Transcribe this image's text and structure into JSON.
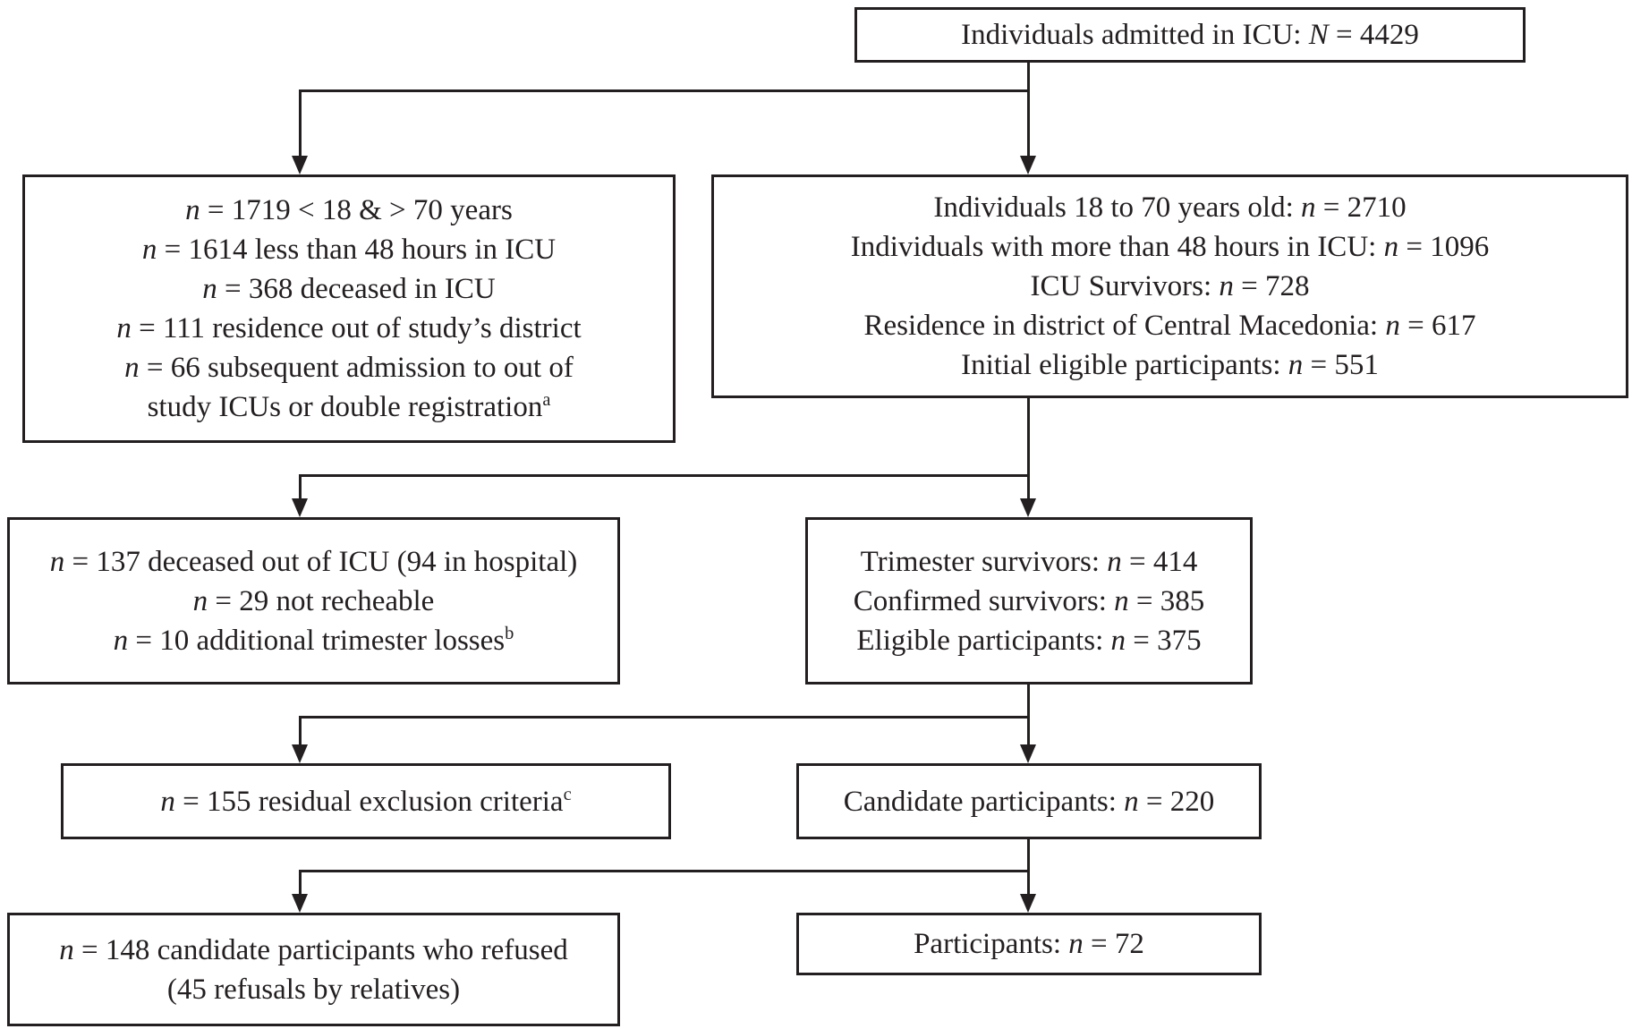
{
  "colors": {
    "ink": "#231f20",
    "background": "#ffffff"
  },
  "diagram_type": "study-enrollment-flowchart",
  "boxes": {
    "admitted": {
      "lines": [
        "Individuals admitted in ICU: N = 4429"
      ]
    },
    "stage1_excluded": {
      "lines": [
        "n = 1719 < 18 & > 70 years",
        "n = 1614 less than 48 hours in ICU",
        "n = 368 deceased in ICU",
        "n = 111 residence out of study’s district",
        "n = 66 subsequent admission to out of",
        "study ICUs or double registration^a"
      ]
    },
    "stage1_cohort": {
      "lines": [
        "Individuals 18 to 70 years old: n = 2710",
        "Individuals with more than 48 hours in ICU: n = 1096",
        "ICU Survivors: n = 728",
        "Residence in district of Central Macedonia: n = 617",
        "Initial eligible participants: n = 551"
      ]
    },
    "stage2_excluded": {
      "lines": [
        "n = 137 deceased out of ICU (94 in hospital)",
        "n = 29 not recheable",
        "n = 10 additional trimester losses^b"
      ]
    },
    "stage2_cohort": {
      "lines": [
        "Trimester survivors: n = 414",
        "Confirmed survivors: n = 385",
        "Eligible participants: n = 375"
      ]
    },
    "stage3_excluded": {
      "lines": [
        "n = 155 residual exclusion criteria^c"
      ]
    },
    "stage3_cohort": {
      "lines": [
        "Candidate participants: n = 220"
      ]
    },
    "stage4_excluded": {
      "lines": [
        "n = 148 candidate participants who refused",
        "(45 refusals by relatives)"
      ]
    },
    "stage4_cohort": {
      "lines": [
        "Participants: n = 72"
      ]
    }
  }
}
